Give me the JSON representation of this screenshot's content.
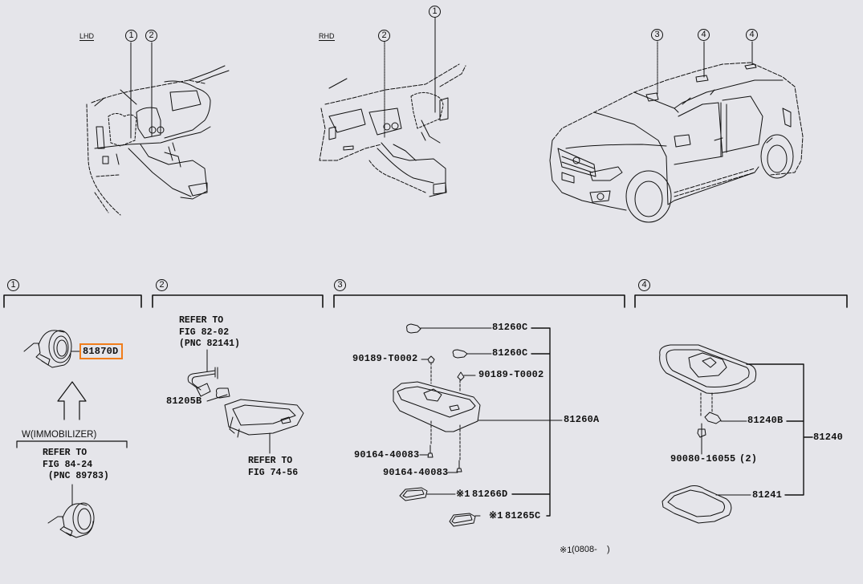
{
  "diagram": {
    "title": "Interior lamp / illuminated entry parts diagram",
    "background_color": "#e5e5ea",
    "highlight_color": "#f07d1a",
    "overview": {
      "lhd_label": "LHD",
      "rhd_label": "RHD",
      "lhd_callouts": [
        "1",
        "2"
      ],
      "rhd_callouts": [
        "2",
        "1"
      ],
      "vehicle_callouts": [
        "3",
        "4",
        "4"
      ]
    },
    "sections": [
      {
        "number": "1",
        "parts": [
          {
            "part_no": "81870D",
            "highlighted": true
          }
        ],
        "variant_label": "W(IMMOBILIZER)",
        "refer_note": "REFER TO\nFIG 84-24\n (PNC 89783)"
      },
      {
        "number": "2",
        "refer_note_top": "REFER TO\nFIG 82-02\n(PNC 82141)",
        "parts": [
          {
            "part_no": "81205B"
          }
        ],
        "refer_note_bottom": "REFER TO\nFIG 74-56"
      },
      {
        "number": "3",
        "parts": [
          {
            "part_no": "81260C"
          },
          {
            "part_no": "81260C"
          },
          {
            "part_no": "90189-T0002"
          },
          {
            "part_no": "90189-T0002"
          },
          {
            "part_no": "81260A"
          },
          {
            "part_no": "90164-40083"
          },
          {
            "part_no": "90164-40083"
          },
          {
            "part_no": "81266D",
            "mark": "※1"
          },
          {
            "part_no": "81265C",
            "mark": "※1"
          }
        ],
        "footnote_mark": "※1",
        "footnote_text": "(0808-    )"
      },
      {
        "number": "4",
        "parts": [
          {
            "part_no": "81240B"
          },
          {
            "part_no": "81240"
          },
          {
            "part_no": "90080-16055",
            "qty": "(2)"
          },
          {
            "part_no": "81241"
          }
        ]
      }
    ]
  }
}
